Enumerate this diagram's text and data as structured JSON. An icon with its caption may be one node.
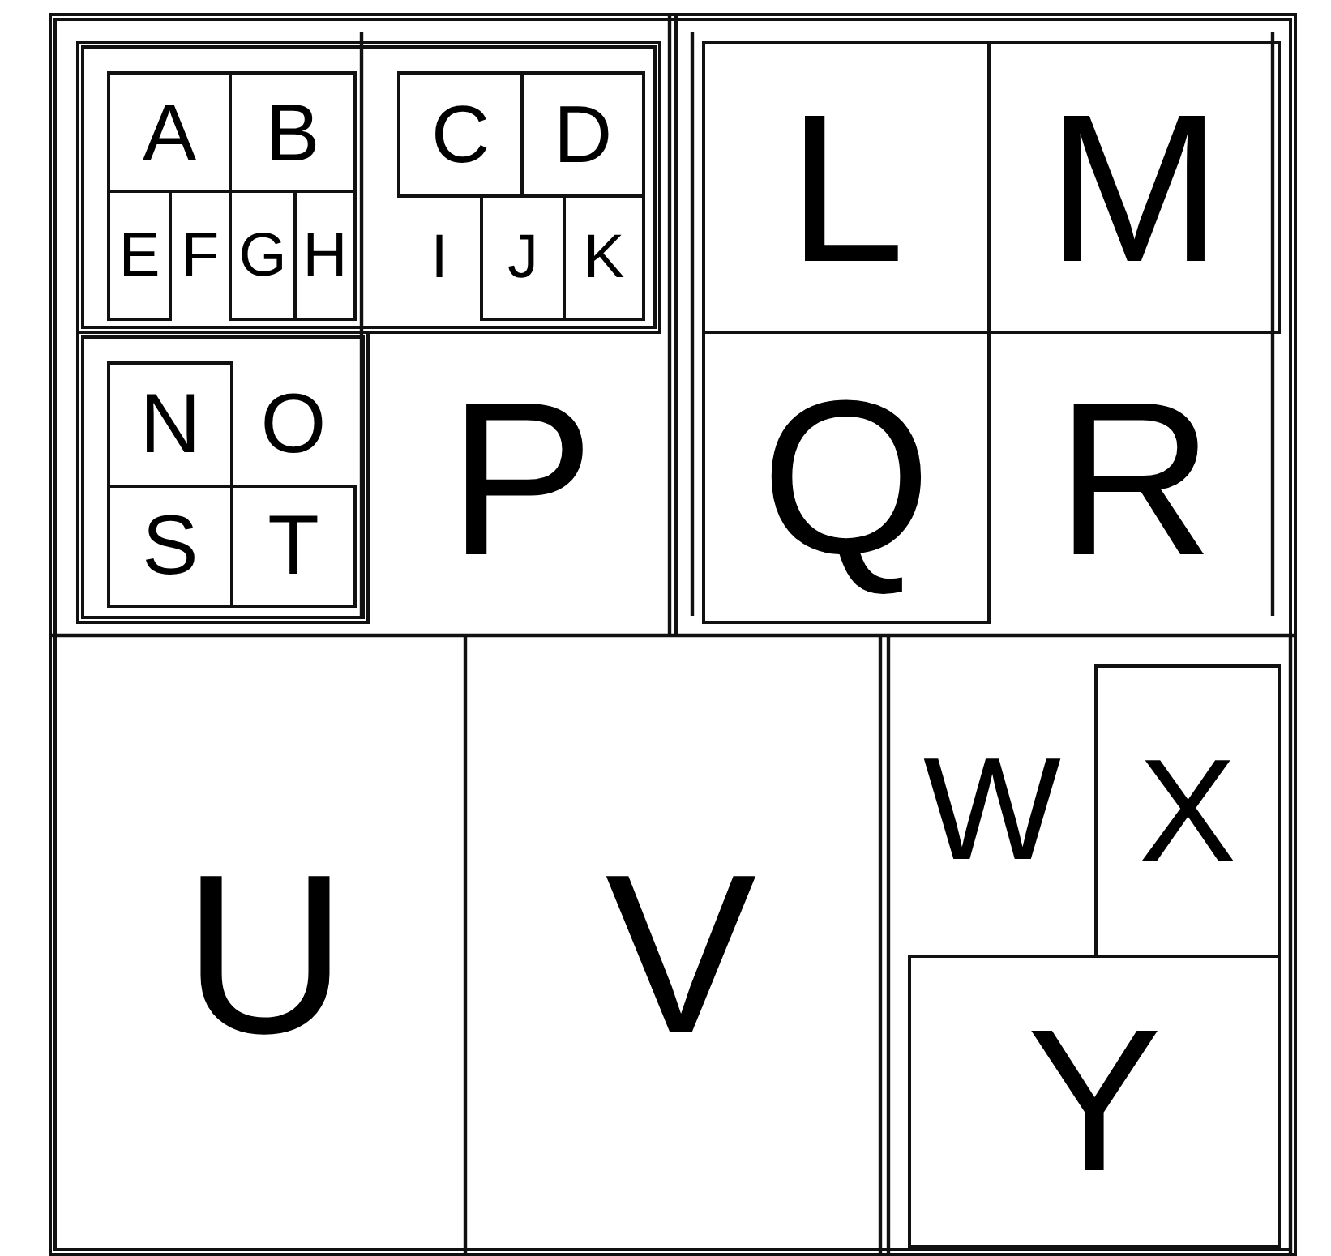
{
  "diagram": {
    "nodes": [
      {
        "text": [],
        "shape": "box"
      },
      {
        "text": [],
        "shape": "box",
        "in": 0
      },
      {
        "text": [
          "A"
        ],
        "in": 1
      },
      {
        "text": [
          "B"
        ],
        "in": 1
      },
      {
        "text": [
          "C"
        ],
        "in": 1
      },
      {
        "text": [
          "D"
        ],
        "in": 1
      },
      {
        "text": [
          "E"
        ],
        "in": 1
      },
      {
        "text": [
          "F"
        ],
        "in": 1
      },
      {
        "text": [
          "G"
        ],
        "in": 1
      },
      {
        "text": [
          "H"
        ],
        "in": 1
      },
      {
        "text": [
          "I"
        ],
        "in": 1
      },
      {
        "text": [
          "J"
        ],
        "in": 1
      },
      {
        "text": [
          "K"
        ],
        "in": 1
      },
      {
        "text": [
          "L"
        ],
        "in": 0
      },
      {
        "text": [
          "M"
        ],
        "in": 0
      },
      {
        "text": [],
        "shape": "box",
        "in": 0
      },
      {
        "text": [
          "N"
        ],
        "in": 15
      },
      {
        "text": [
          "O"
        ],
        "in": 15
      },
      {
        "text": [
          "P"
        ],
        "in": 0
      },
      {
        "text": [
          "Q"
        ],
        "in": 0
      },
      {
        "text": [
          "R"
        ],
        "in": 0
      },
      {
        "text": [
          "S"
        ],
        "in": 15
      },
      {
        "text": [
          "T"
        ],
        "in": 15
      },
      {
        "text": [
          "U"
        ],
        "in": 0
      },
      {
        "text": [
          "V"
        ],
        "in": 0
      },
      {
        "text": [
          "W"
        ],
        "in": 0
      },
      {
        "text": [
          "X"
        ],
        "in": 0
      },
      {
        "text": [
          "Y"
        ],
        "in": 0
      }
    ]
  }
}
